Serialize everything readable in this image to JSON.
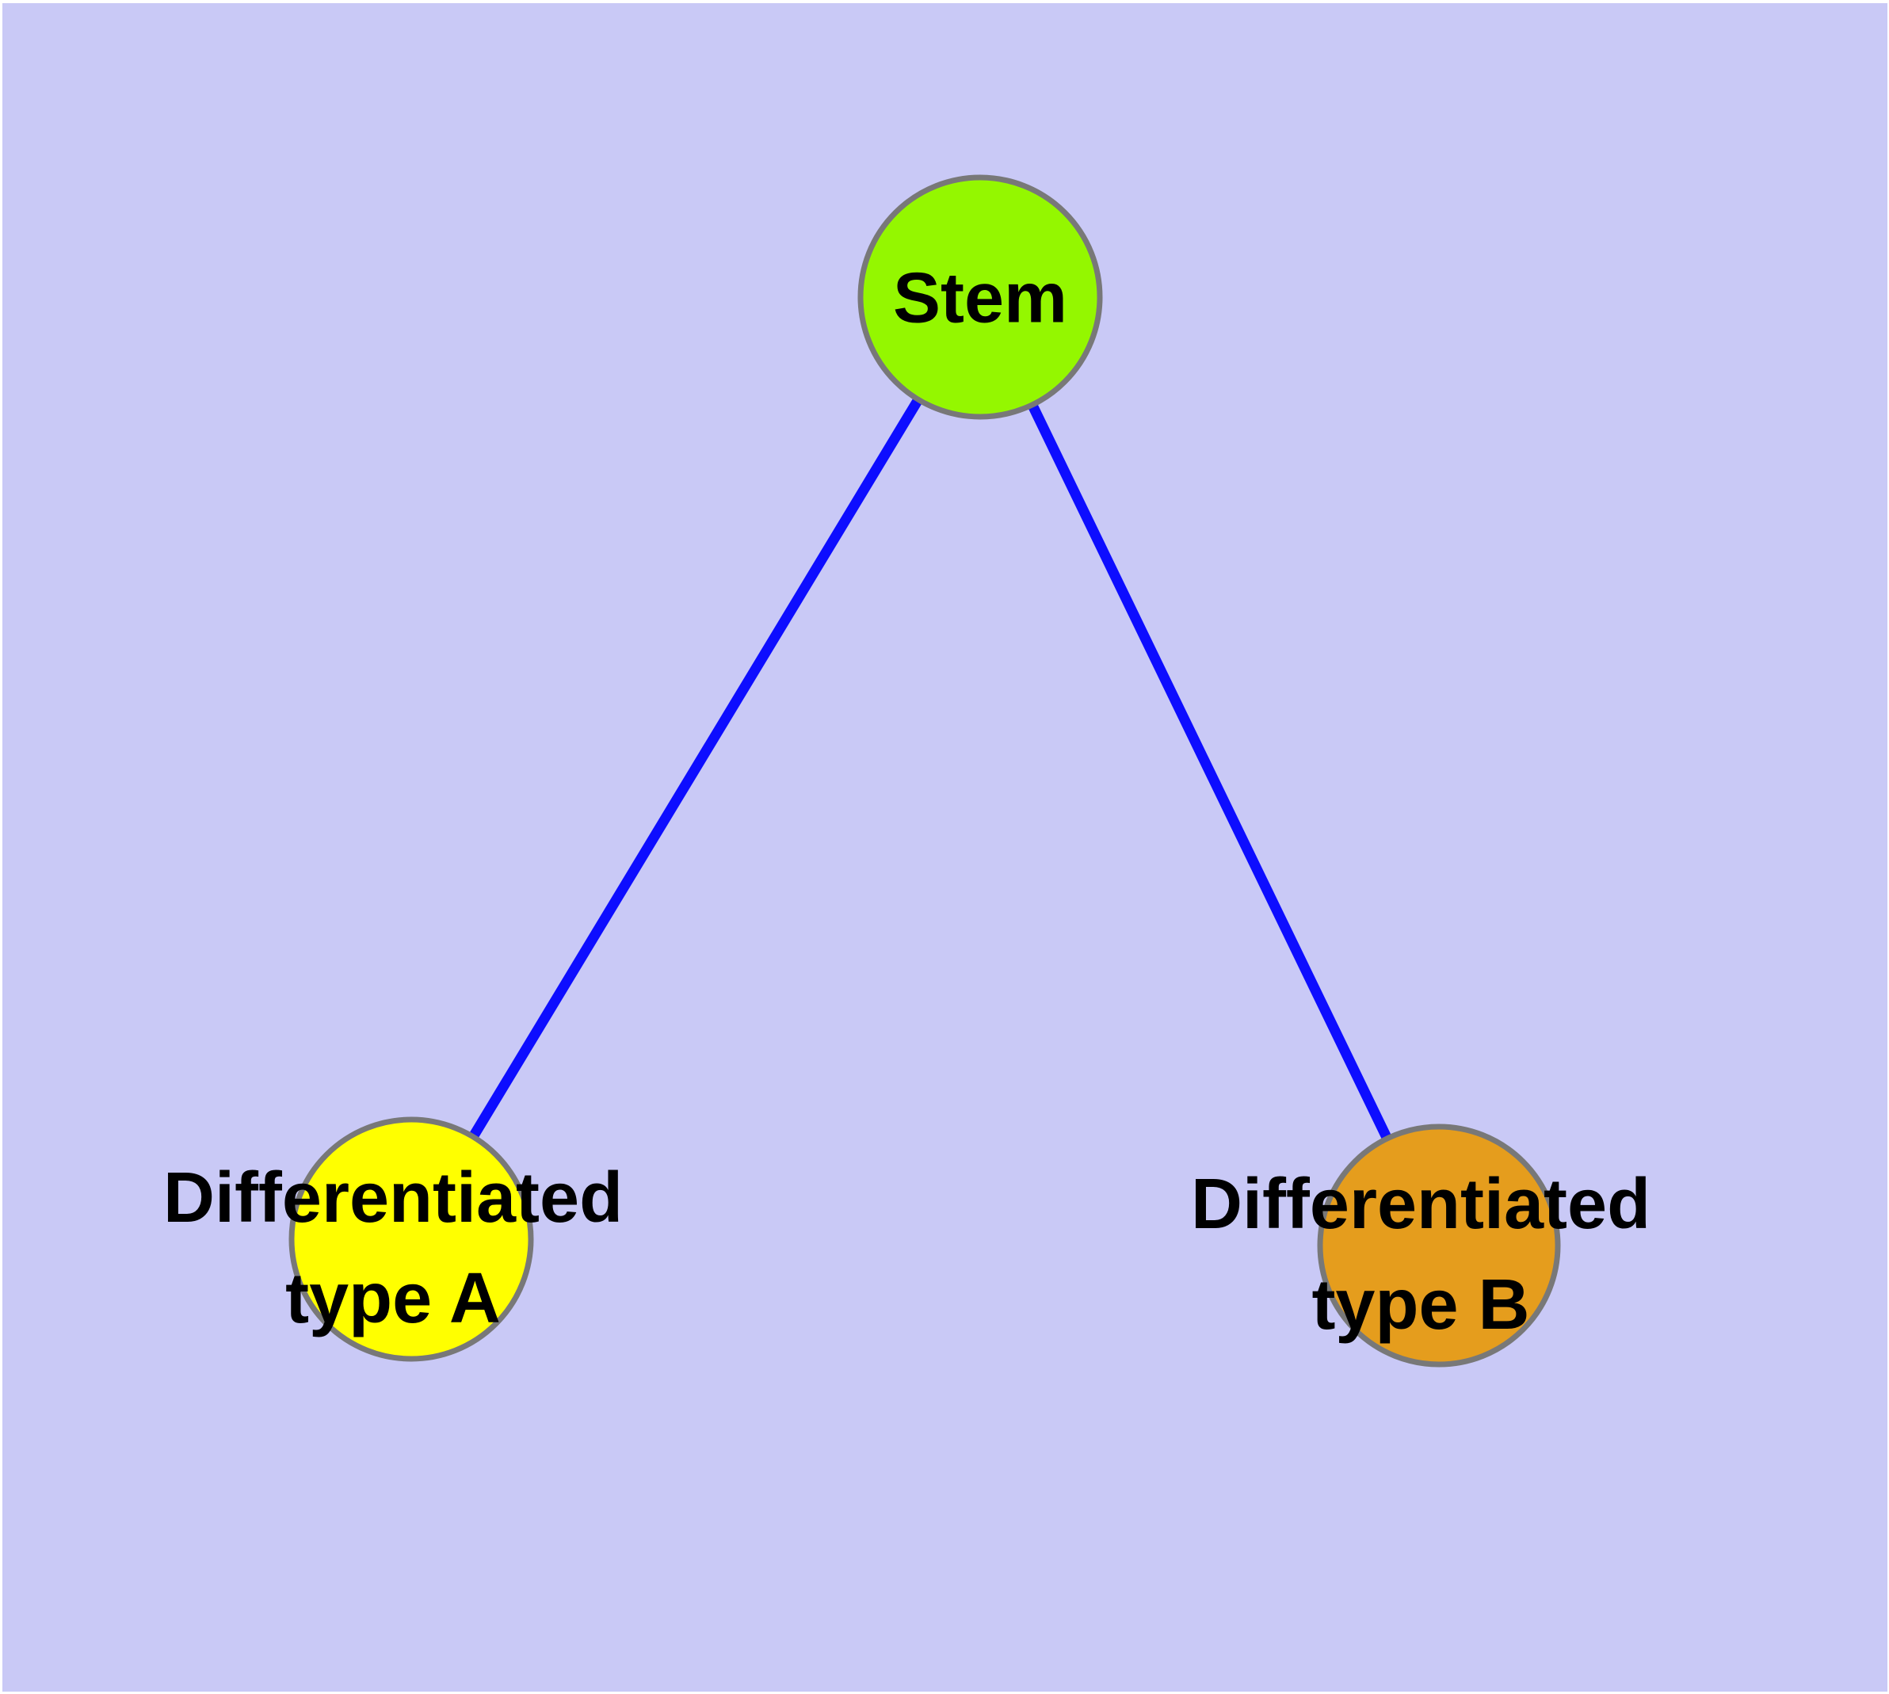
{
  "diagram": {
    "type": "node-link-graph",
    "nodes": {
      "stem": {
        "label": "Stem",
        "fill": "#94F700"
      },
      "type_a": {
        "label": "Differentiated\ntype A",
        "fill": "#FFFF00"
      },
      "type_b": {
        "label": "Differentiated\ntype B",
        "fill": "#E59D1D"
      }
    },
    "edges": [
      {
        "from": "Stem",
        "to": "Differentiated type A"
      },
      {
        "from": "Stem",
        "to": "Differentiated type B"
      }
    ]
  },
  "colors": {
    "background": "#C9C9F6",
    "page_margin": "#FFFFFF",
    "node_border": "#787878",
    "edge": "#0D0DFF",
    "label_text": "#000000"
  }
}
